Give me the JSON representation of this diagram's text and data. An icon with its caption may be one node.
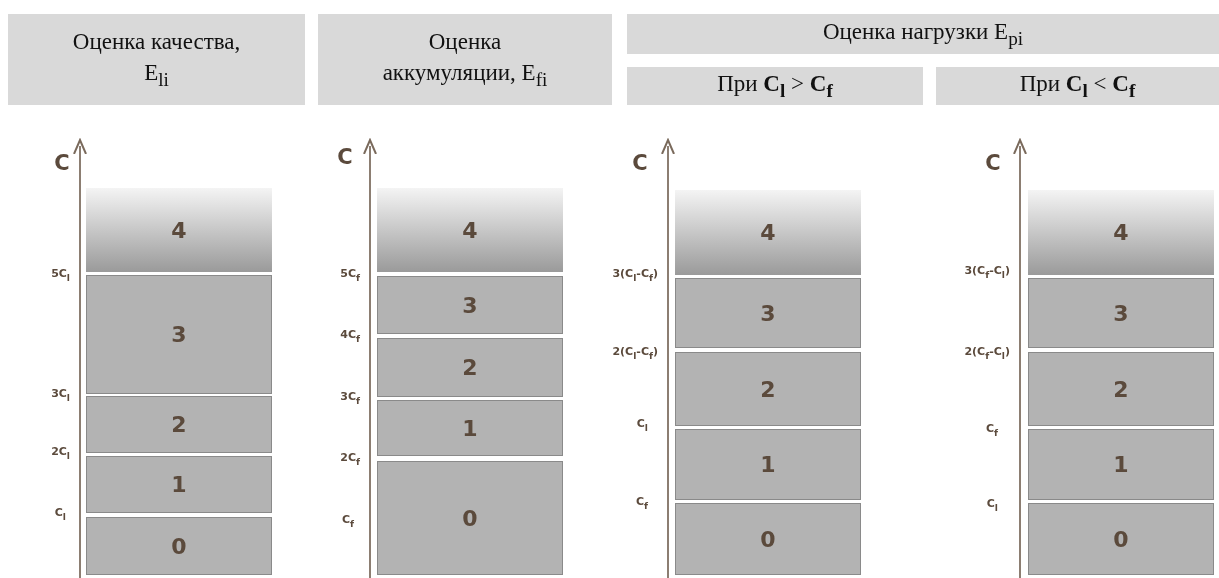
{
  "diagram": {
    "nodes": [
      {
        "text": [
          "Оценка качества, E$_{li}$"
        ]
      },
      {
        "text": [
          "Оценка аккумуляции, E$_{fi}$"
        ]
      },
      {
        "text": [
          "Оценка нагрузки E$_{pi}$"
        ]
      },
      {
        "text": [
          "При **C$_{l}$** > **C$_{f}$**"
        ]
      },
      {
        "text": [
          "При **C$_{l}$** < **C$_{f}$**"
        ]
      },
      {
        "text": [
          "4"
        ]
      },
      {
        "text": [
          "3"
        ]
      },
      {
        "text": [
          "2"
        ]
      },
      {
        "text": [
          "1"
        ]
      },
      {
        "text": [
          "0"
        ]
      },
      {
        "text": [
          "4"
        ]
      },
      {
        "text": [
          "3"
        ]
      },
      {
        "text": [
          "2"
        ]
      },
      {
        "text": [
          "1"
        ]
      },
      {
        "text": [
          "0"
        ]
      },
      {
        "text": [
          "4"
        ]
      },
      {
        "text": [
          "3"
        ]
      },
      {
        "text": [
          "2"
        ]
      },
      {
        "text": [
          "1"
        ]
      },
      {
        "text": [
          "0"
        ]
      },
      {
        "text": [
          "4"
        ]
      },
      {
        "text": [
          "3"
        ]
      },
      {
        "text": [
          "2"
        ]
      },
      {
        "text": [
          "1"
        ]
      },
      {
        "text": [
          "0"
        ]
      }
    ],
    "labels": [
      "C",
      "5C$_{l}$",
      "3C$_{l}$",
      "2C$_{l}$",
      "C$_{l}$",
      "C",
      "5C$_{f}$",
      "4C$_{f}$",
      "3C$_{f}$",
      "2C$_{f}$",
      "C$_{f}$",
      "C",
      "3(C$_{l}$-C$_{f}$)",
      "2(C$_{l}$-C$_{f}$)",
      "C$_{l}$",
      "C$_{f}$",
      "C",
      "3(C$_{f}$-C$_{l}$)",
      "2(C$_{f}$-C$_{l}$)",
      "C$_{f}$",
      "C$_{l}$"
    ]
  }
}
